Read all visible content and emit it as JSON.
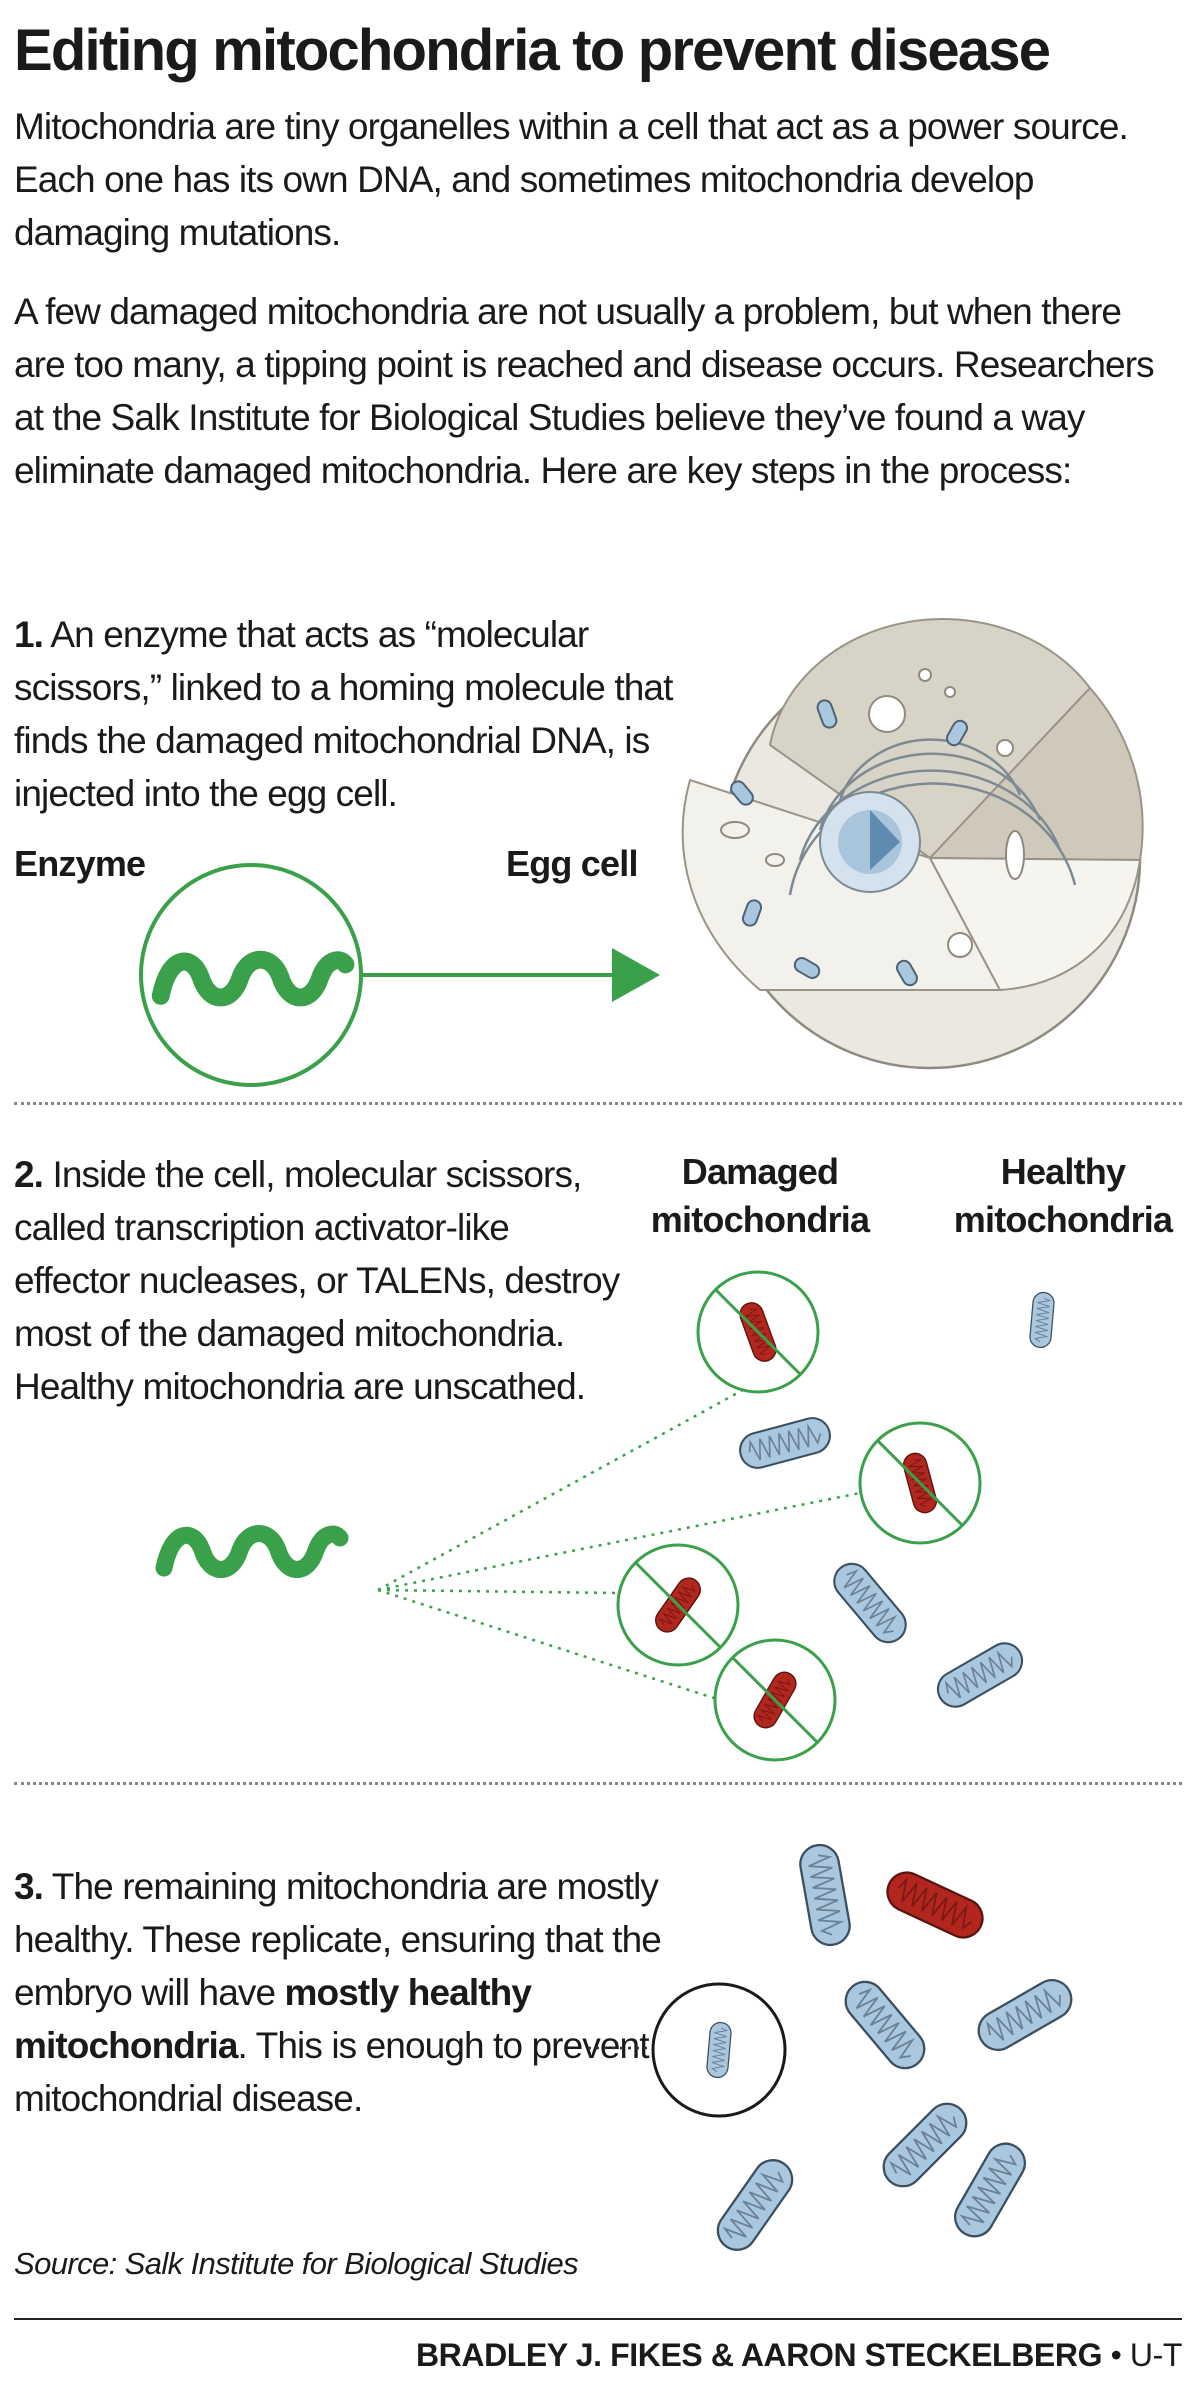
{
  "title": "Editing mitochondria to prevent disease",
  "intro": {
    "p1": "Mitochondria are tiny organelles within a cell that act as a power source. Each one has its own DNA, and sometimes mitochondria develop damaging mutations.",
    "p2": "A few damaged mitochondria are not usually a problem, but when there are too many, a tipping point is reached and disease occurs. Researchers at the Salk Institute for Biological Studies believe they’ve found a way eliminate damaged mitochondria. Here are key steps in the process:"
  },
  "step1": {
    "number": "1.",
    "text": "An enzyme that acts as “molecular scissors,” linked to a homing molecule that finds the damaged mitochondrial DNA, is injected into the egg cell.",
    "label_enzyme": "Enzyme",
    "label_egg": "Egg cell"
  },
  "step2": {
    "number": "2.",
    "text": "Inside the cell, molecular scissors, called transcription activator-like effector nucleases, or TALENs, destroy most of the damaged mitochondria. Healthy mitochondria are unscathed.",
    "label_damaged_1": "Damaged",
    "label_damaged_2": "mitochondria",
    "label_healthy_1": "Healthy",
    "label_healthy_2": "mitochondria"
  },
  "step3": {
    "number": "3.",
    "text_before": "The remaining mitochondria are mostly healthy. These replicate, ensuring that the embryo will have",
    "text_bold": "mostly healthy mitochondria",
    "text_after": ". This is enough to prevent mitochondrial disease."
  },
  "source": "Source: Salk Institute for Biological Studies",
  "credit": {
    "authors": "BRADLEY J. FIKES & AARON STECKELBERG",
    "separator": "•",
    "outlet": "U-T"
  },
  "colors": {
    "enzyme_green": "#3aa04a",
    "damaged_red": "#b3261e",
    "healthy_blue": "#a9c8e0",
    "cell_fill": "#ebe8e1",
    "cell_cut": "#d8d3c7"
  }
}
